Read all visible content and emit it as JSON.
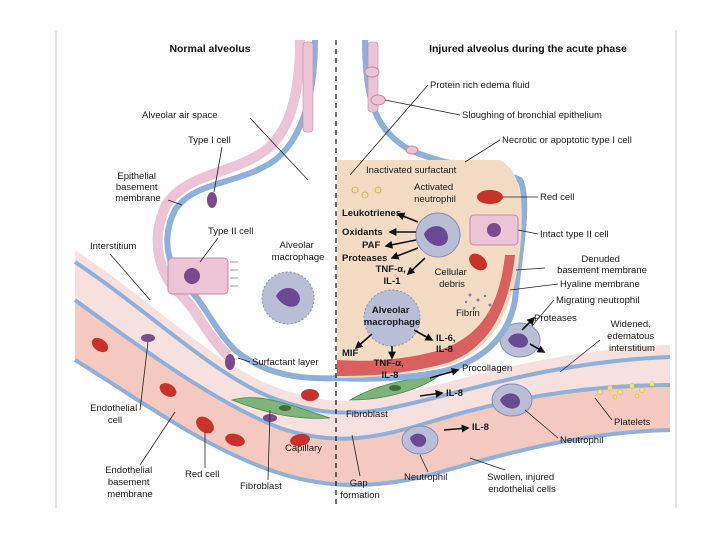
{
  "titles": {
    "left": "Normal alveolus",
    "right": "Injured alveolus during the acute phase"
  },
  "left_labels": {
    "alveolar_air_space": "Alveolar air space",
    "type1_cell": "Type I cell",
    "epithelial_basement_1": "Epithelial",
    "epithelial_basement_2": "basement",
    "epithelial_basement_3": "membrane",
    "type2_cell": "Type II cell",
    "alveolar_macrophage_1": "Alveolar",
    "alveolar_macrophage_2": "macrophage",
    "interstitium": "Interstitium",
    "surfactant_layer": "Surfactant layer",
    "endothelial_cell_1": "Endothelial",
    "endothelial_cell_2": "cell",
    "endothelial_basement_1": "Endothelial",
    "endothelial_basement_2": "basement",
    "endothelial_basement_3": "membrane",
    "red_cell": "Red cell",
    "fibroblast": "Fibroblast",
    "capillary": "Capillary"
  },
  "right_labels": {
    "protein_edema": "Protein rich edema fluid",
    "sloughing": "Sloughing of bronchial epithelium",
    "necrotic": "Necrotic or apoptotic type I cell",
    "inactivated_surfactant": "Inactivated surfactant",
    "activated_neutrophil_1": "Activated",
    "activated_neutrophil_2": "neutrophil",
    "red_cell": "Red cell",
    "intact_type2": "Intact type II cell",
    "denuded_1": "Denuded",
    "denuded_2": "basement membrane",
    "hyaline": "Hyaline membrane",
    "migrating_neutrophil": "Migrating neutrophil",
    "proteases_right": "Proteases",
    "widened_1": "Widened,",
    "widened_2": "edematous",
    "widened_3": "interstitium",
    "procollagen": "Procollagen",
    "platelets": "Platelets",
    "neutrophil_right": "Neutrophil",
    "neutrophil_bottom": "Neutrophil",
    "swollen_1": "Swollen, injured",
    "swollen_2": "endothelial cells",
    "gap_1": "Gap",
    "gap_2": "formation",
    "fibroblast": "Fibroblast",
    "cellular_debris_1": "Cellular",
    "cellular_debris_2": "debris",
    "fibrin": "Fibrin"
  },
  "mediators": {
    "leukotrienes": "Leukotrienes",
    "oxidants": "Oxidants",
    "paf": "PAF",
    "proteases": "Proteases",
    "tnf_il1_a": "TNF-α,",
    "tnf_il1_b": "IL-1",
    "macrophage_1": "Alveolar",
    "macrophage_2": "macrophage",
    "il6_a": "IL-6,",
    "il6_b": "IL-8",
    "mif": "MIF",
    "tnf_il8_a": "TNF-α,",
    "tnf_il8_b": "IL-8",
    "il8_a": "IL-8",
    "il8_b": "IL-8"
  },
  "colors": {
    "membrane_blue": "#8fb0d9",
    "epithelium_pink": "#edc4d6",
    "cell_purple": "#7a4a8c",
    "red_cell": "#c8322a",
    "edema": "#f3dcc3",
    "hyaline": "#d9605f",
    "interstitium": "#f6e1de",
    "fibroblast_green": "#7fb37c",
    "macrophage_gray": "#b9bdd6"
  }
}
